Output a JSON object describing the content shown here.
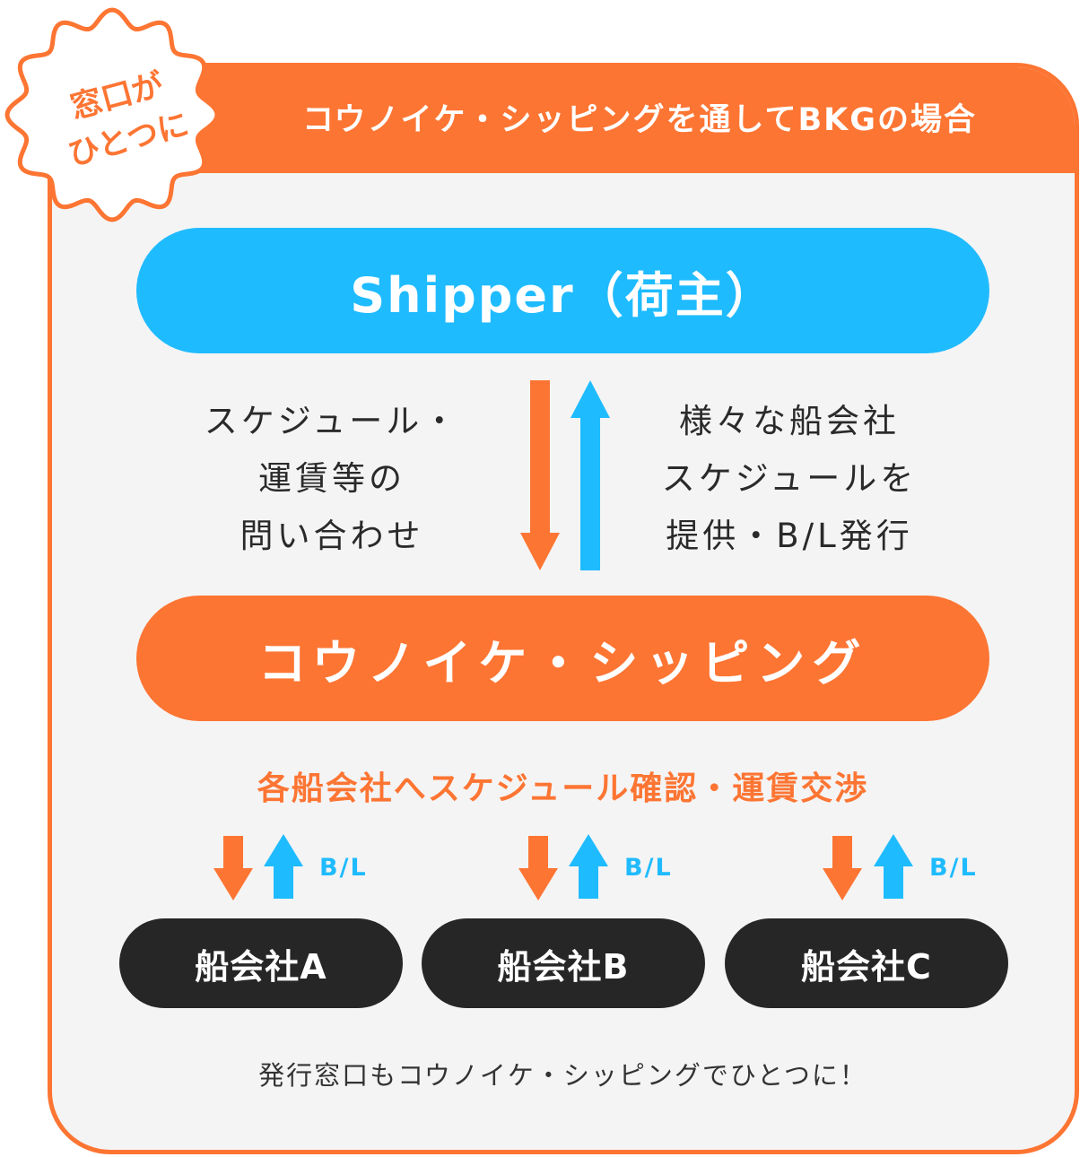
{
  "header": {
    "title": "コウノイケ・シッピングを通してBKGの場合"
  },
  "badge": {
    "line1": "窓口が",
    "line2": "ひとつに"
  },
  "shipper": {
    "label": "Shipper（荷主）"
  },
  "left_note": {
    "line1": "スケジュール・",
    "line2": "運賃等の",
    "line3": "問い合わせ"
  },
  "right_note": {
    "line1": "様々な船会社",
    "line2": "スケジュールを",
    "line3": "提供・B/L発行"
  },
  "konoike": {
    "label": "コウノイケ・シッピング"
  },
  "caption": "各船会社へスケジュール確認・運賃交渉",
  "carriers": [
    {
      "label": "船会社A",
      "bl": "B/L"
    },
    {
      "label": "船会社B",
      "bl": "B/L"
    },
    {
      "label": "船会社C",
      "bl": "B/L"
    }
  ],
  "footer": "発行窓口もコウノイケ・シッピングでひとつに！",
  "colors": {
    "orange": "#fd7533",
    "blue": "#1fbbff",
    "dark": "#262626",
    "background": "#f4f4f4"
  }
}
